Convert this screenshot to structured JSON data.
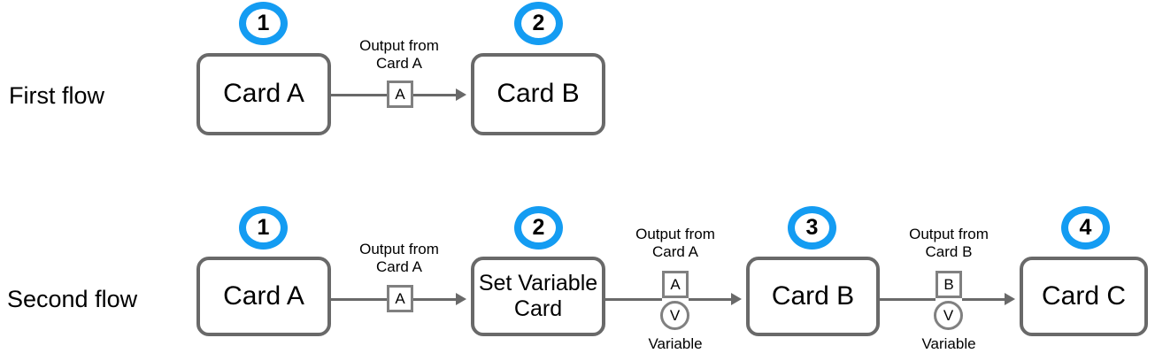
{
  "colors": {
    "badge_blue": "#149cf2",
    "card_border": "#696969",
    "connector": "#696969",
    "chip_border": "#808080",
    "text": "#000000",
    "background": "#ffffff"
  },
  "flows": [
    {
      "label": "First flow",
      "cards": [
        {
          "name": "card-a",
          "text": "Card A",
          "badge": "1"
        },
        {
          "name": "card-b",
          "text": "Card B",
          "badge": "2"
        }
      ],
      "connectors": [
        {
          "caption": "Output from\nCard A",
          "output_chip": "A",
          "has_variable_chip": false
        }
      ]
    },
    {
      "label": "Second flow",
      "cards": [
        {
          "name": "card-a",
          "text": "Card A",
          "badge": "1"
        },
        {
          "name": "set-variable-card",
          "text": "Set Variable\nCard",
          "badge": "2"
        },
        {
          "name": "card-b",
          "text": "Card B",
          "badge": "3"
        },
        {
          "name": "card-c",
          "text": "Card C",
          "badge": "4"
        }
      ],
      "connectors": [
        {
          "caption": "Output from\nCard A",
          "output_chip": "A",
          "has_variable_chip": false
        },
        {
          "caption": "Output from\nCard A",
          "output_chip": "A",
          "has_variable_chip": true,
          "variable_chip": "V",
          "variable_caption": "Variable"
        },
        {
          "caption": "Output from\nCard B",
          "output_chip": "B",
          "has_variable_chip": true,
          "variable_chip": "V",
          "variable_caption": "Variable"
        }
      ]
    }
  ]
}
